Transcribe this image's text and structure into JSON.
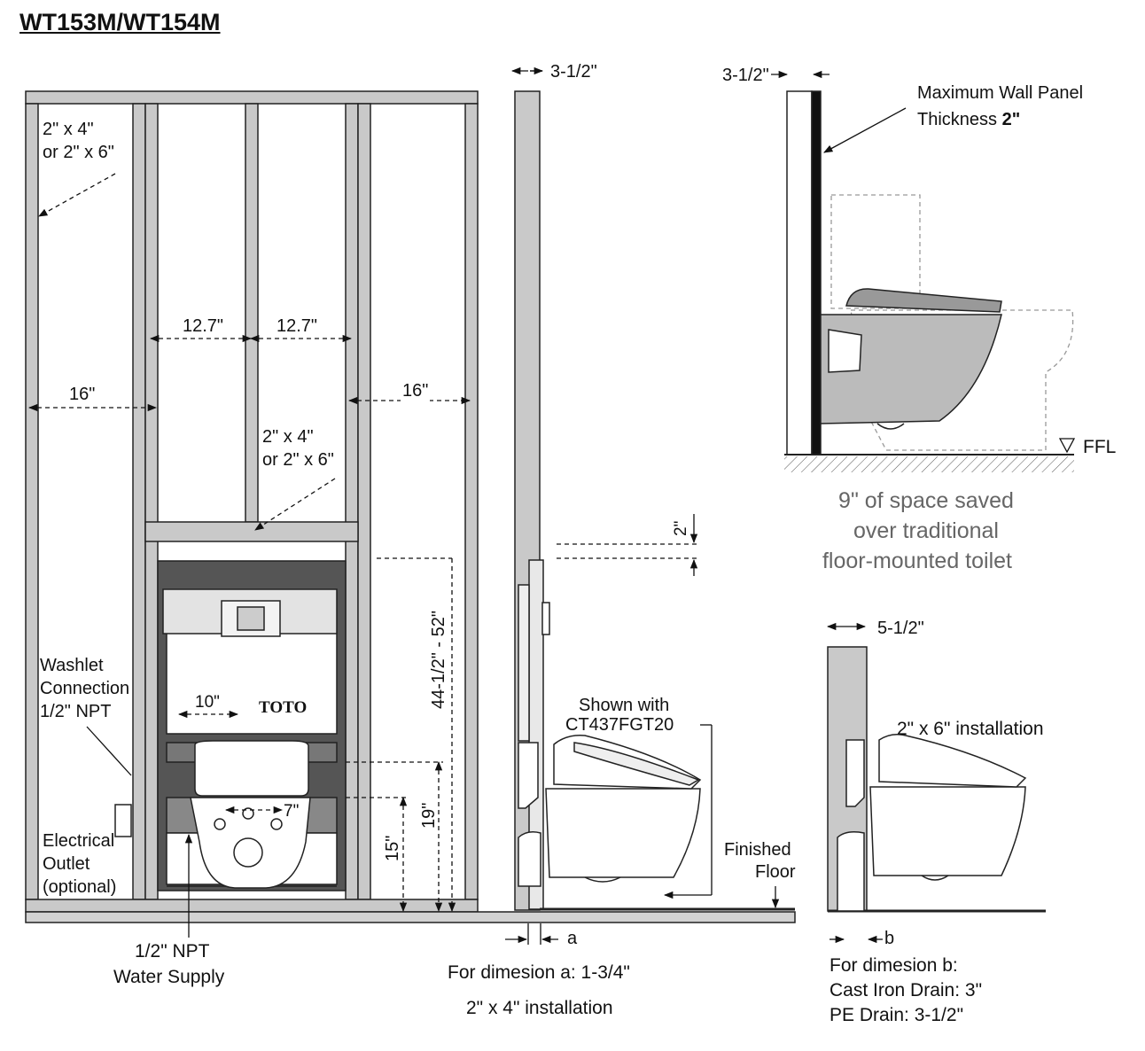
{
  "title": "WT153M/WT154M",
  "frame": {
    "stud_label_1": "2\" x 4\"",
    "stud_label_2": "or 2\" x 6\"",
    "stud_label_3": "2\" x 4\"",
    "stud_label_4": "or 2\" x 6\"",
    "dim_16_left": "16\"",
    "dim_16_right": "16\"",
    "dim_12_7_a": "12.7\"",
    "dim_12_7_b": "12.7\"",
    "dim_10": "10\"",
    "dim_7": "7\"",
    "dim_15": "15\"",
    "dim_19": "19\"",
    "dim_44_52": "44-1/2\" - 52\"",
    "brand": "TOTO",
    "washlet_1": "Washlet",
    "washlet_2": "Connection",
    "washlet_3": "1/2\" NPT",
    "outlet_1": "Electrical",
    "outlet_2": "Outlet",
    "outlet_3": "(optional)",
    "supply_1": "1/2\" NPT",
    "supply_2": "Water Supply"
  },
  "side_view": {
    "dim_3_5": "3-1/2\"",
    "dim_2": "2\"",
    "shown_with_1": "Shown with",
    "shown_with_2": "CT437FGT20",
    "finished_1": "Finished",
    "finished_2": "Floor",
    "dim_a": "a",
    "note_a": "For dimesion a: 1-3/4\"",
    "install_a": "2\" x 4\" installation"
  },
  "compare_view": {
    "dim_3_5": "3-1/2\"",
    "max_panel_1": "Maximum Wall Panel",
    "max_panel_2": "Thickness",
    "max_panel_value": "2\"",
    "ffl": "FFL",
    "saved_1": "9\" of space saved",
    "saved_2": "over traditional",
    "saved_3": "floor-mounted toilet"
  },
  "six_view": {
    "dim_5_5": "5-1/2\"",
    "install_b": "2\" x 6\" installation",
    "dim_b": "b",
    "note_b_1": "For dimesion b:",
    "note_b_2": "Cast Iron Drain: 3\"",
    "note_b_3": "PE Drain: 3-1/2\""
  }
}
